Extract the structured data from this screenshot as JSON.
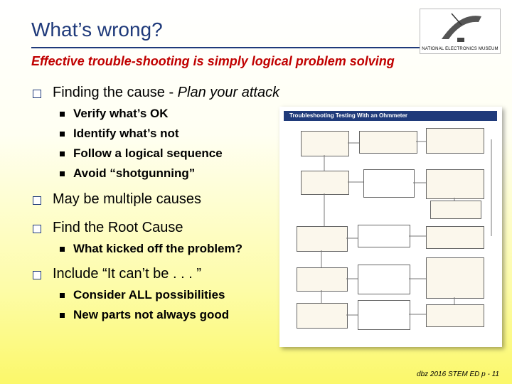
{
  "slide": {
    "title": "What’s wrong?",
    "subtitle": "Effective trouble-shooting is simply logical problem solving",
    "logo_text": "NATIONAL ELECTRONICS MUSEUM",
    "footer": "dbz 2016 STEM ED p - 11"
  },
  "bullets": {
    "b1": {
      "text_a": "Finding the cause - ",
      "text_b": "Plan your attack",
      "subitems": [
        "Verify what’s OK",
        "Identify what’s not",
        "Follow a logical sequence",
        "Avoid “shotgunning”"
      ]
    },
    "b2": {
      "text": "May be multiple causes"
    },
    "b3": {
      "text": "Find the Root Cause",
      "subitems": [
        "What kicked off the problem?"
      ]
    },
    "b4": {
      "text": "Include “It can’t be . . . ”",
      "subitems": [
        "Consider ALL possibilities",
        "New parts not always good"
      ]
    }
  },
  "figure": {
    "header": "Troubleshooting Testing With an Ohmmeter"
  },
  "colors": {
    "title": "#1f3a7a",
    "subtitle": "#c00000",
    "figure_header": "#1f3a7a"
  }
}
